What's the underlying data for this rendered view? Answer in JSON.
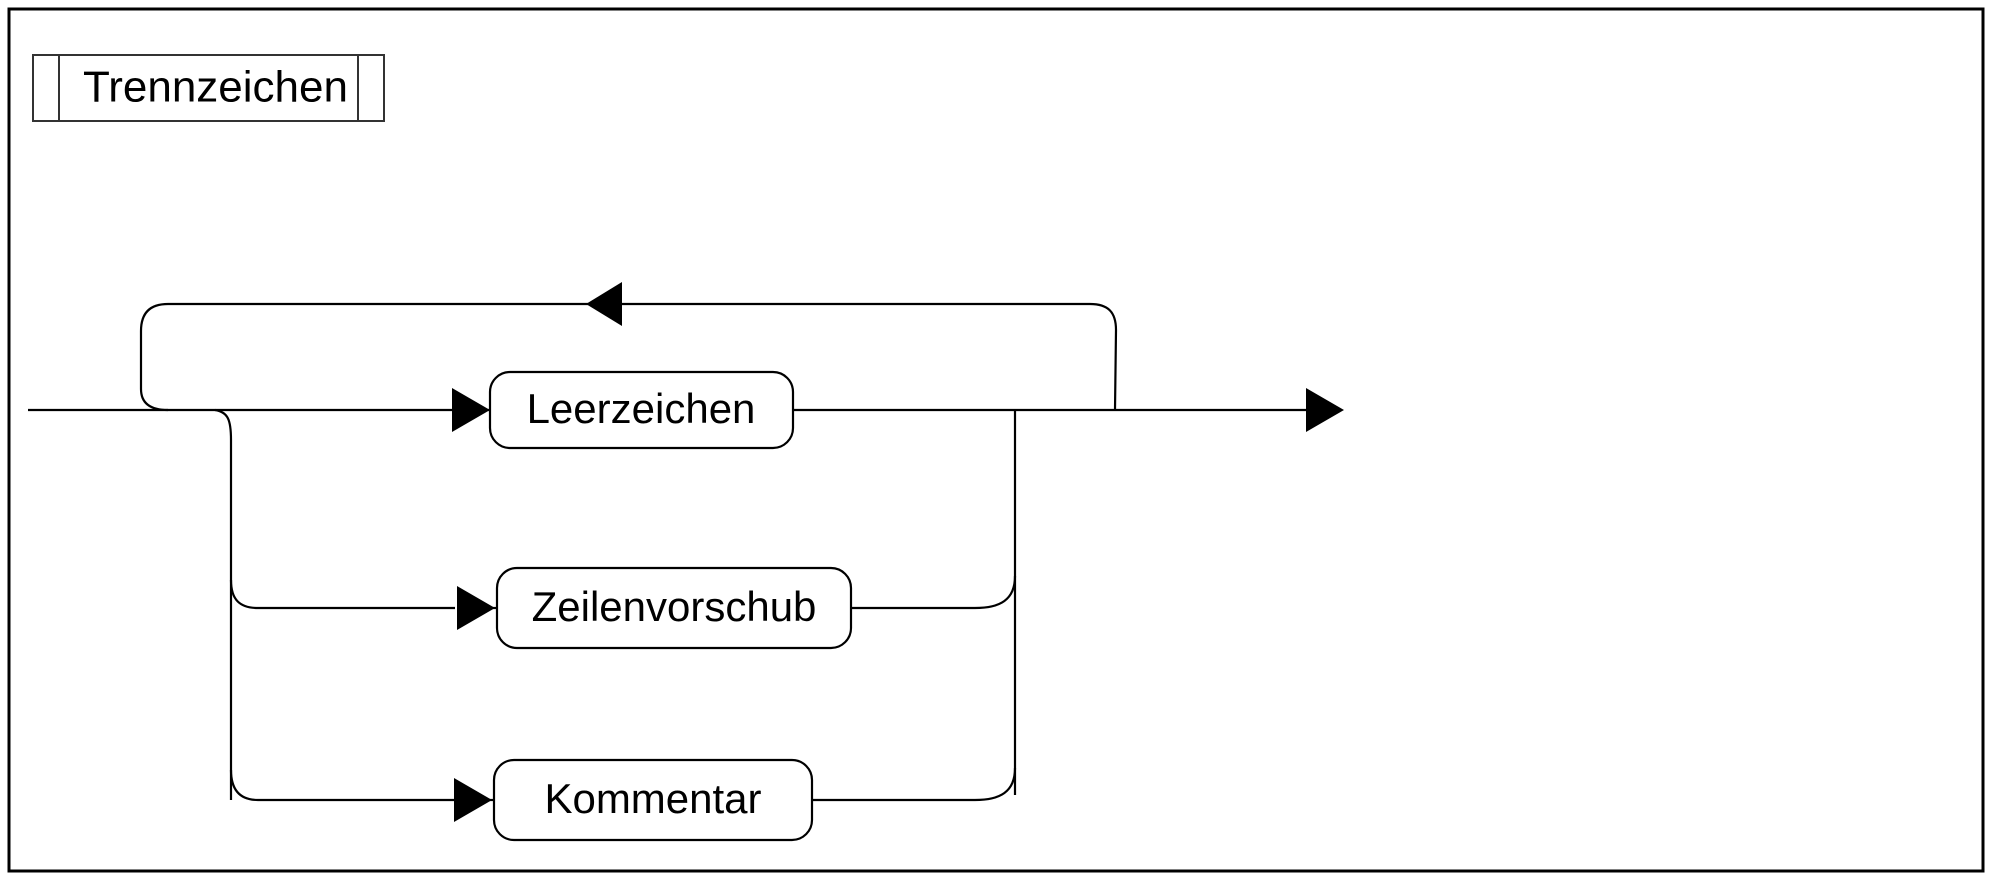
{
  "diagram": {
    "title": "Trennzeichen",
    "type": "railroad-syntax-diagram",
    "language": "de",
    "colors": {
      "background": "#ffffff",
      "stroke": "#000000",
      "title_box_stroke": "#333333"
    },
    "title_box": {
      "label": "Trennzeichen"
    },
    "nodes": [
      {
        "id": "leerzeichen",
        "label": "Leerzeichen",
        "kind": "nonterminal",
        "branch": 1
      },
      {
        "id": "zeilenvorschub",
        "label": "Zeilenvorschub",
        "kind": "nonterminal",
        "branch": 2
      },
      {
        "id": "kommentar",
        "label": "Kommentar",
        "kind": "nonterminal",
        "branch": 3
      }
    ],
    "arrows": [
      {
        "id": "loop-back-arrow",
        "direction": "left"
      },
      {
        "id": "leerzeichen-entry-arrow",
        "direction": "right"
      },
      {
        "id": "zeilenvorschub-entry-arrow",
        "direction": "right"
      },
      {
        "id": "kommentar-entry-arrow",
        "direction": "right"
      },
      {
        "id": "exit-arrow",
        "direction": "right"
      }
    ]
  }
}
